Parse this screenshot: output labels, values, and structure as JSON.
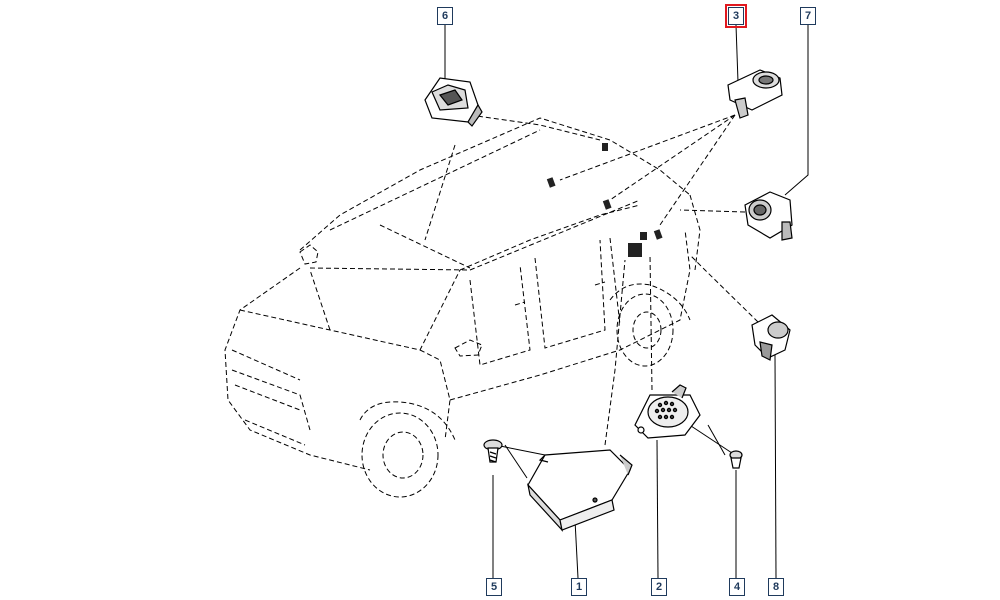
{
  "callouts": [
    {
      "id": "6",
      "label": "6",
      "highlighted": false
    },
    {
      "id": "3",
      "label": "3",
      "highlighted": true
    },
    {
      "id": "7",
      "label": "7",
      "highlighted": false
    },
    {
      "id": "5",
      "label": "5",
      "highlighted": false
    },
    {
      "id": "1",
      "label": "1",
      "highlighted": false
    },
    {
      "id": "2",
      "label": "2",
      "highlighted": false
    },
    {
      "id": "4",
      "label": "4",
      "highlighted": false
    },
    {
      "id": "8",
      "label": "8",
      "highlighted": false
    }
  ],
  "colors": {
    "callout_border": "#1f3a5c",
    "highlight": "#e1191f",
    "line": "#000000"
  },
  "icons": [
    "vehicle-outline-icon",
    "parking-sensor-icon",
    "camera-icon",
    "control-unit-icon",
    "buzzer-icon",
    "screw-icon",
    "clip-icon"
  ]
}
